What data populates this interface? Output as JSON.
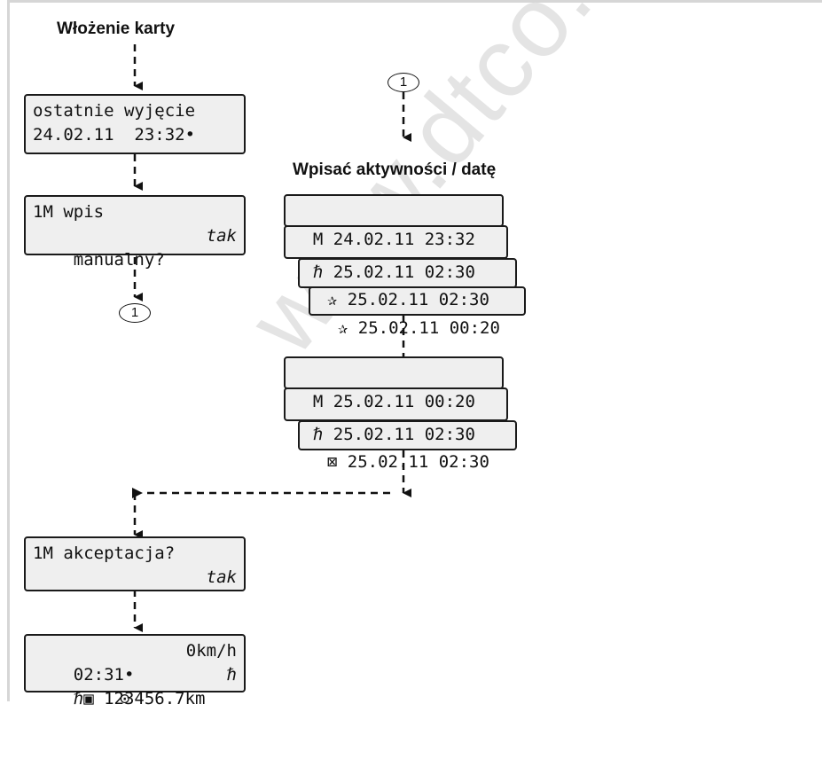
{
  "watermark": "www.dtco.vdo.com",
  "title_insert": "Włożenie karty",
  "title_enter": "Wpisać aktywności / datę",
  "step_marker": "1",
  "screen_last_removal": {
    "line1": "ostatnie wyjęcie",
    "line2": "24.02.11  23:32•"
  },
  "screen_manual": {
    "line1": "1M wpis",
    "line2": "manualny?",
    "answer": "tak"
  },
  "stack1": {
    "l1": "M 24.02.11 23:32",
    "l2": "ℏ 25.02.11 02:30",
    "l3a": "✰ ",
    "l3b": "25",
    "l3c": ".02.11 02:30",
    "l4a": "✰ 25.02.11 00:",
    "l4b": "20"
  },
  "stack2": {
    "l1": "M 25.02.11 00:20",
    "l2": "ℏ 25.02.11 02:30",
    "l3a": "⊠ 25.02.11 02:",
    "l3b": "30"
  },
  "screen_accept": {
    "line1": "1M akceptacja?",
    "answer": "tak"
  },
  "screen_standard": {
    "line1a": "02:31•",
    "line1b": "⊙",
    "line1c": "0km/h",
    "line2a": "ℏ▣ 123456.7km",
    "line2b": "ℏ"
  }
}
